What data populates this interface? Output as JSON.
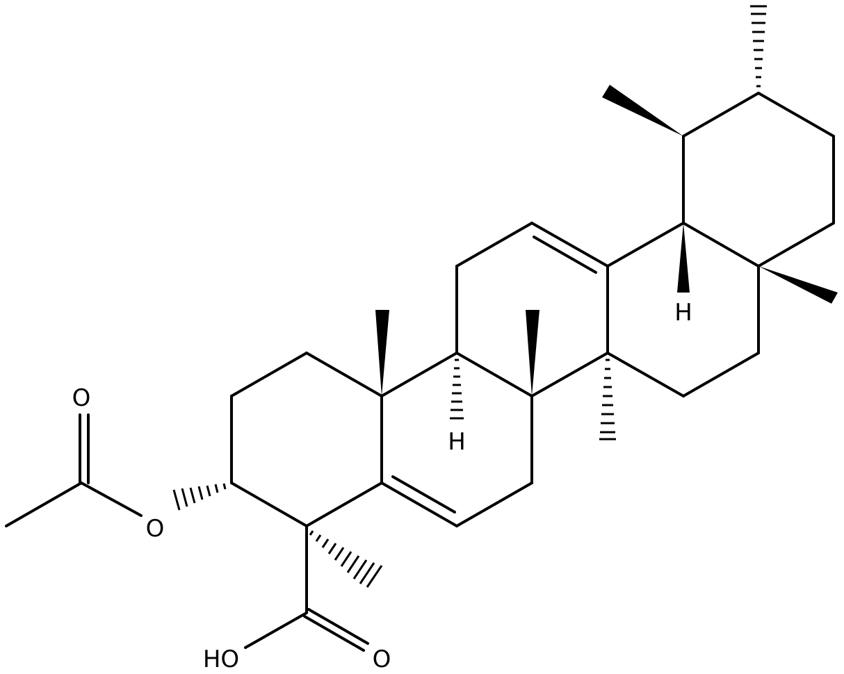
{
  "atom_labels": {
    "carbonyl_oxygen_acetate": "O",
    "ester_oxygen": "O",
    "hydroxyl": "HO",
    "carbonyl_oxygen_acid": "O",
    "h_c9": "H",
    "h_c18": "H"
  },
  "colors": {
    "bond": "#000000",
    "background": "#ffffff"
  }
}
